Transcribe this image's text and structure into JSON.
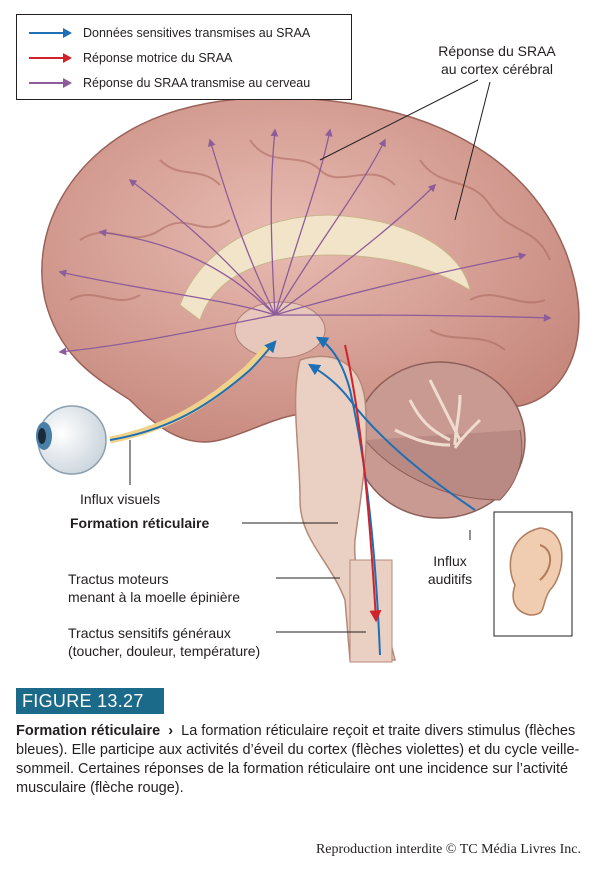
{
  "legend": {
    "items": [
      {
        "label": "Données sensitives transmises au SRAA",
        "color": "#1f6fb5"
      },
      {
        "label": "Réponse motrice du SRAA",
        "color": "#d2232a"
      },
      {
        "label": "Réponse du SRAA transmise au cerveau",
        "color": "#8e5c9a"
      }
    ]
  },
  "labels": {
    "cortex_response": [
      "Réponse du SRAA",
      "au cortex cérébral"
    ],
    "visual": "Influx visuels",
    "reticular": "Formation réticulaire",
    "motor_tracts": [
      "Tractus moteurs",
      "menant à la moelle épinière"
    ],
    "sensory_tracts": [
      "Tractus sensitifs généraux",
      "(toucher, douleur, température)"
    ],
    "auditory": [
      "Influx",
      "auditifs"
    ]
  },
  "figure": {
    "number": "FIGURE 13.27",
    "title": "Formation réticulaire",
    "arrow": "›",
    "text": "La formation réticulaire reçoit et traite divers stimulus (flèches bleues). Elle participe aux activités d’éveil du cortex (flèches violettes) et du cycle veille-sommeil. Certaines réponses de la formation réticulaire ont une incidence sur l’activité musculaire (flèche rouge)."
  },
  "credit": "Reproduction interdite © TC Média Livres Inc.",
  "colors": {
    "sensory": "#1f6fb5",
    "motor": "#d2232a",
    "cortex": "#8e5c9a",
    "brain": "#d7a39a",
    "banner": "#1c6a8a"
  }
}
